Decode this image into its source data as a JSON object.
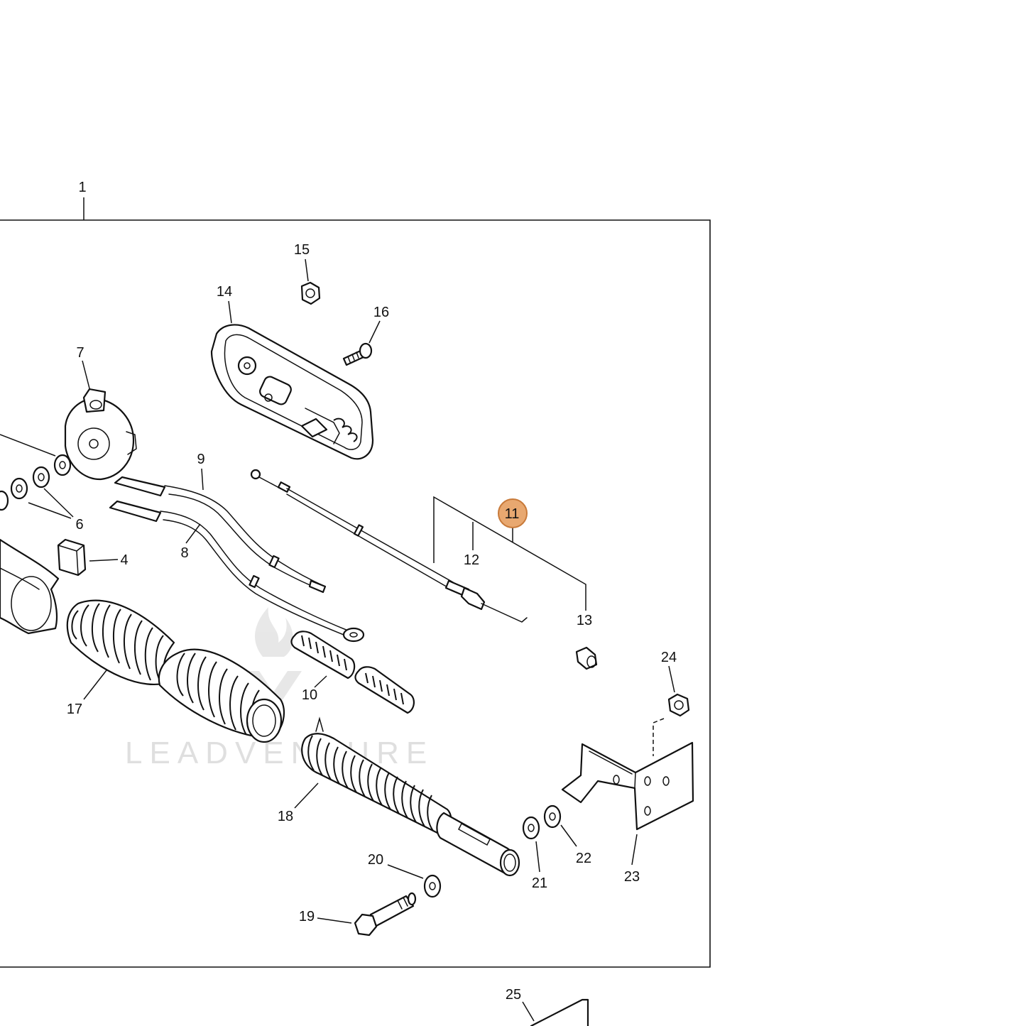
{
  "diagram": {
    "callouts": {
      "c1": "1",
      "c4": "4",
      "c6": "6",
      "c7": "7",
      "c8": "8",
      "c9": "9",
      "c10": "10",
      "c11": "11",
      "c12": "12",
      "c13": "13",
      "c14": "14",
      "c15": "15",
      "c16": "16",
      "c17": "17",
      "c18": "18",
      "c19": "19",
      "c20": "20",
      "c21": "21",
      "c22": "22",
      "c23": "23",
      "c24": "24",
      "c25": "25"
    },
    "highlight_color": "#e8a870",
    "highlight_stroke": "#c87a3a",
    "watermark": "LEADVENTURE"
  }
}
